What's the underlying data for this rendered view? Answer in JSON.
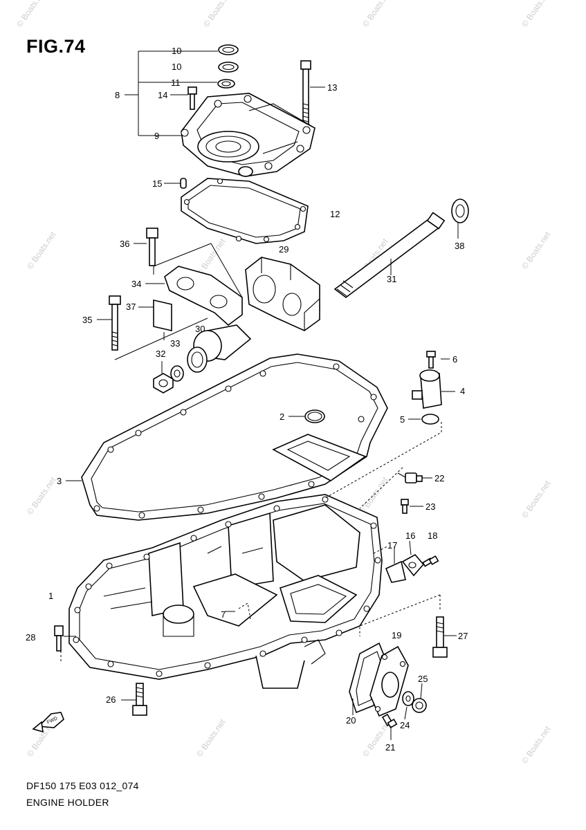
{
  "figure": {
    "title": "FIG.74",
    "code": "DF150 175 E03 012_074",
    "name": "ENGINE HOLDER",
    "watermark": "© Boats.net",
    "direction_tag": "FWD"
  },
  "callouts": [
    "1",
    "2",
    "3",
    "4",
    "5",
    "6",
    "7",
    "8",
    "9",
    "10",
    "10",
    "11",
    "12",
    "13",
    "14",
    "15",
    "16",
    "17",
    "18",
    "19",
    "20",
    "21",
    "22",
    "23",
    "24",
    "25",
    "26",
    "27",
    "28",
    "29",
    "30",
    "31",
    "32",
    "33",
    "34",
    "35",
    "36",
    "37",
    "38"
  ],
  "colors": {
    "line": "#000000",
    "background": "#ffffff",
    "watermark": "#c8c8c8"
  }
}
